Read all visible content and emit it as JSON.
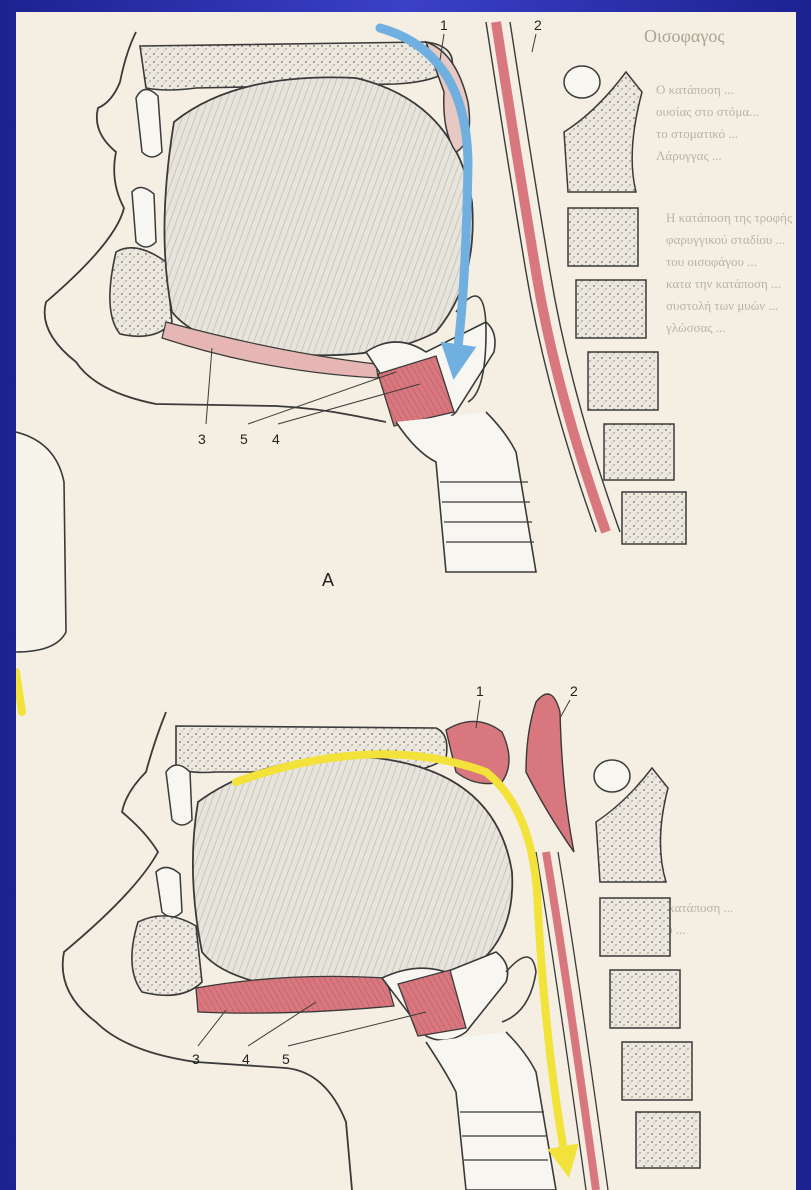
{
  "figure": {
    "panel_top_label": "A",
    "top_panel": {
      "callouts": [
        "1",
        "2",
        "3",
        "5",
        "4"
      ]
    },
    "bottom_panel": {
      "callouts": [
        "1",
        "2",
        "3",
        "4",
        "5"
      ]
    }
  },
  "background_text": {
    "heading": "Οισοφαγος",
    "lines": [
      "Ο κατάποση ...",
      "ουσίας στο στόμα...",
      "το στοματικό ...",
      "Λάρυγγας ...",
      "Η κατάποση της τροφής ...",
      "φαρυγγικού σταδίου ...",
      "του οισοφάγου ...",
      "κατα την κατάποση ...",
      "συστολή των μυών ...",
      "γλώσσας ...",
      "Κατά την κατάποση ...",
      "οισοφάγου ..."
    ]
  },
  "colors": {
    "frame": "#2a2fb4",
    "paper": "#f4efe2",
    "muscle": "#d8777e",
    "bone": "#e6e2d8",
    "arrow_top": "#6fb0e0",
    "arrow_bottom": "#f2e23a",
    "line": "#3a3a3a"
  }
}
